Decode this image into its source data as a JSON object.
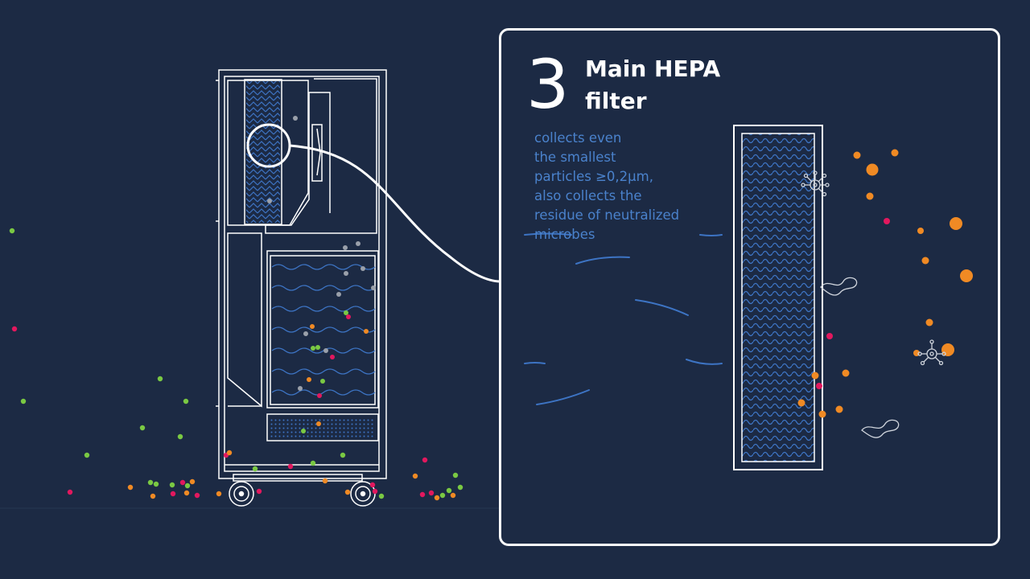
{
  "step": {
    "number": "3",
    "title_line1": "Main HEPA",
    "title_line2": "filter",
    "description": [
      "collects even",
      "the smallest",
      "particles ≥0,2µm,",
      "also collects the",
      "residue of neutralized",
      "microbes"
    ]
  },
  "colors": {
    "background": "#1c2a44",
    "line": "#ffffff",
    "filter_blue": "#3d74c4",
    "description_text": "#4a82cc",
    "particle_orange": "#f08a24",
    "particle_pink": "#e2185e",
    "particle_green": "#7ac943",
    "particle_grey": "#9aa0aa"
  },
  "icons": [
    "virus-icon",
    "bacteria-icon",
    "wheel-icon"
  ]
}
